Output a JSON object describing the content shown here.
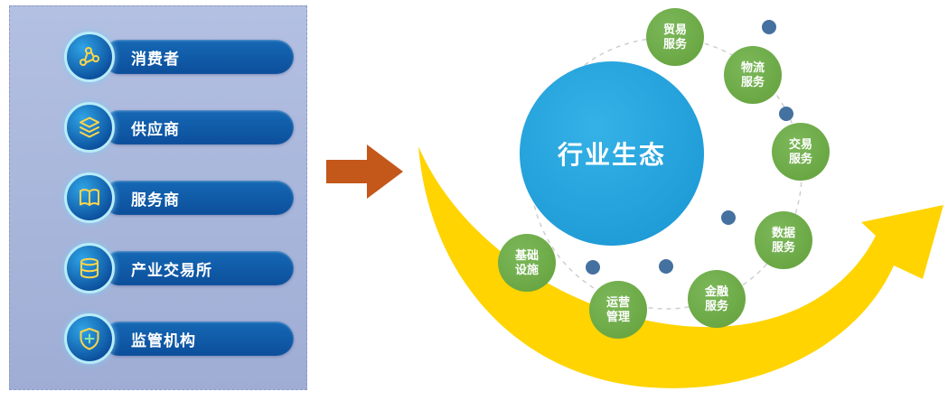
{
  "left_panel": {
    "items": [
      {
        "label": "消费者",
        "icon": "network-icon"
      },
      {
        "label": "供应商",
        "icon": "layers-icon"
      },
      {
        "label": "服务商",
        "icon": "book-icon"
      },
      {
        "label": "产业交易所",
        "icon": "database-icon"
      },
      {
        "label": "监管机构",
        "icon": "shield-icon"
      }
    ]
  },
  "ecosystem": {
    "center_label": "行业生态",
    "satellites": [
      {
        "label": "贸易服务"
      },
      {
        "label": "物流服务"
      },
      {
        "label": "交易服务"
      },
      {
        "label": "数据服务"
      },
      {
        "label": "金融服务"
      },
      {
        "label": "运营管理"
      },
      {
        "label": "基础设施"
      }
    ]
  },
  "colors": {
    "panel_bg": "#a9b6da",
    "pill_blue": "#0e5aa6",
    "badge_ring": "#b9ecf9",
    "icon_yellow": "#ffd54a",
    "center_blue": "#29a8e0",
    "satellite_green": "#70ad47",
    "swoosh_yellow": "#ffd400",
    "flow_arrow_orange": "#c4571a",
    "dot_blue": "#44719f",
    "ring_dash_gray": "#cfcfcf"
  }
}
